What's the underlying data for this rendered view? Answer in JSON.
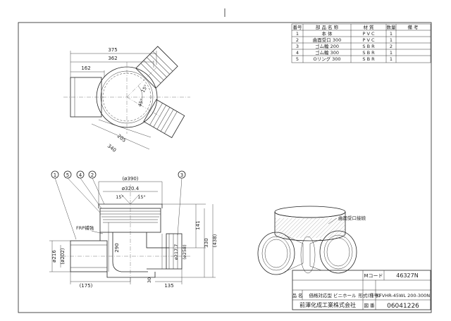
{
  "parts_table": {
    "headers": [
      "番号",
      "部 品 名 称",
      "材 質",
      "数量",
      "備 考"
    ],
    "rows": [
      {
        "no": "1",
        "name": "本 体",
        "material": "P V C",
        "qty": "1",
        "note": ""
      },
      {
        "no": "2",
        "name": "曲面受口 300",
        "material": "P V C",
        "qty": "1",
        "note": ""
      },
      {
        "no": "3",
        "name": "ゴム輪 200",
        "material": "S B R",
        "qty": "2",
        "note": ""
      },
      {
        "no": "4",
        "name": "ゴム輪 300",
        "material": "S B R",
        "qty": "1",
        "note": ""
      },
      {
        "no": "5",
        "name": "Oリング 300",
        "material": "S B R",
        "qty": "1",
        "note": ""
      }
    ]
  },
  "plan_view": {
    "dims": [
      "375",
      "362",
      "162",
      "205",
      "340"
    ],
    "angle_labels": [
      "15°",
      "45°"
    ]
  },
  "section_view": {
    "balloons": [
      "1",
      "5",
      "4",
      "2",
      "3"
    ],
    "dims_top": [
      "(ø390)",
      "ø320.4"
    ],
    "angle_labels": [
      "15°",
      "15°"
    ],
    "label_frp": "FRP補強",
    "dims_right": [
      "141",
      "330",
      "(438)"
    ],
    "dims_left": [
      "ø216",
      "(ø202)"
    ],
    "dim_290": "290",
    "dim_inner_pipe": [
      "ø217.7",
      "(ø258)"
    ],
    "dims_bottom": [
      "(175)",
      "30",
      "135"
    ]
  },
  "iso_view": {
    "label": "曲面受口接続"
  },
  "title_block": {
    "code_label": "Mコード",
    "code_value": "46327N",
    "name_label": "品 名",
    "name_value": "価格対応型 ビニホール",
    "model_label": "形式(種号)",
    "model_value": "KFVHR-45WL 200-300N",
    "company": "前澤化成工業株式会社",
    "drawing_label": "図 番",
    "drawing_value": "06041226"
  },
  "colors": {
    "line": "#222222",
    "iso_fill": "#e9cfc2",
    "hatch": "#555555"
  }
}
